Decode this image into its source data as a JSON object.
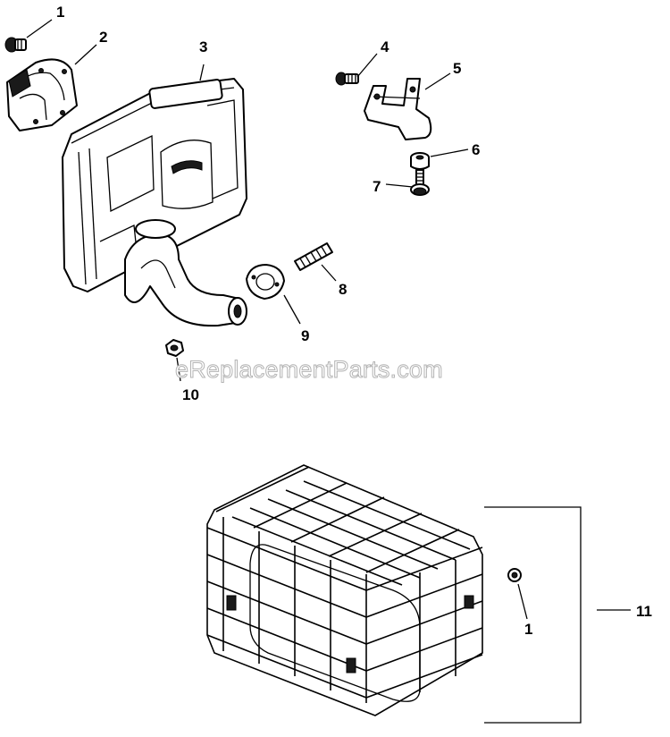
{
  "watermark": "eReplacementParts.com",
  "callouts": {
    "c1_top": "1",
    "c2": "2",
    "c3": "3",
    "c4": "4",
    "c5": "5",
    "c6": "6",
    "c7": "7",
    "c8": "8",
    "c9": "9",
    "c10": "10",
    "c1_bottom": "1",
    "c11": "11"
  },
  "parts": [
    {
      "callout": "1",
      "icon": "flange-screw-icon"
    },
    {
      "callout": "2",
      "icon": "heat-deflector-icon"
    },
    {
      "callout": "3",
      "icon": "muffler-icon"
    },
    {
      "callout": "4",
      "icon": "screw-icon"
    },
    {
      "callout": "5",
      "icon": "mounting-bracket-icon"
    },
    {
      "callout": "6",
      "icon": "spacer-icon"
    },
    {
      "callout": "7",
      "icon": "bolt-icon"
    },
    {
      "callout": "8",
      "icon": "exhaust-stud-icon"
    },
    {
      "callout": "9",
      "icon": "exhaust-gasket-icon"
    },
    {
      "callout": "10",
      "icon": "hex-nut-icon"
    },
    {
      "callout": "11",
      "icon": "spark-arrestor-guard-kit-icon"
    }
  ]
}
